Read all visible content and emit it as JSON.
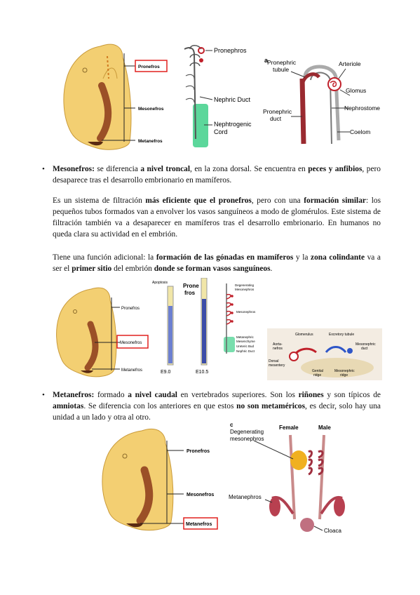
{
  "figure1": {
    "embryo": {
      "pronefros": "Pronefros",
      "mesonefros": "Mesonefros",
      "metanefros": "Metanefros"
    },
    "duct": {
      "pronephros": "Pronephros",
      "nephric_duct": "Nephric Duct",
      "nephtrogenic_1": "Nephtrogenic",
      "nephtrogenic_2": "Cord"
    },
    "panel_a": {
      "letter": "a",
      "pronephric_tubule_1": "Pronephric",
      "pronephric_tubule_2": "tubule",
      "arteriole": "Arteriole",
      "glomus": "Glomus",
      "nephrostome": "Nephrostome",
      "pronephric_duct_1": "Pronephric",
      "pronephric_duct_2": "duct",
      "coelom": "Coelom"
    }
  },
  "meso": {
    "title": "Mesonefros:",
    "p1": [
      " se diferencia ",
      "a nivel troncal",
      ", en la zona dorsal. Se encuentra en ",
      "peces y anfibios",
      ", pero desaparece tras el desarrollo embrionario en mamíferos."
    ],
    "p2": [
      "Es un sistema de filtración ",
      "más eficiente que el pronefros",
      ", pero con una ",
      "formación similar",
      ": los pequeños tubos formados van a envolver los vasos sanguíneos a modo de glomérulos. Este sistema de filtración también va a desaparecer en mamíferos tras el desarrollo embrionario. En humanos no queda clara su actividad en el embrión."
    ],
    "p3": [
      "Tiene una función adicional: la ",
      "formación de las gónadas en mamíferos",
      " y la ",
      "zona colindante",
      " va a ser el ",
      "primer sitio",
      " del embrión ",
      "donde se forman vasos sanguíneos",
      "."
    ]
  },
  "figure2": {
    "embryo": {
      "pronefros": "Pronefros",
      "mesonefros": "Mesonefros",
      "metanefros": "Metanefros"
    },
    "strips": {
      "apoptosis": "Apoptosis",
      "prone_1": "Prone",
      "prone_2": "fros",
      "e9": "E9.0",
      "e105": "E10.5"
    },
    "tubes": {
      "degenerating_1": "Degenerating",
      "degenerating_2": "Mesonephros",
      "mesonephros": "Mesonephros",
      "metanephric_1": "Metanephric",
      "metanephric_2": "Mesenchyme",
      "ureteric_bud": "Ureteric Bud",
      "nephric_duct": "Nephric Duct"
    },
    "cross": {
      "glomerulus": "Glomerulus",
      "excretory_tubule": "Excretory tubule",
      "aorta_1": "Aorta-",
      "aorta_2": "nefros",
      "mesonephric_duct_1": "Mesonephric",
      "mesonephric_duct_2": "duct",
      "dorsal_1": "Dorsal",
      "dorsal_2": "mesentery",
      "genital_1": "Genital",
      "genital_2": "ridge",
      "meso_ridge_1": "Mesonephric",
      "meso_ridge_2": "ridge"
    }
  },
  "meta": {
    "title": "Metanefros:",
    "p1": [
      " formado ",
      "a nivel caudal",
      " en vertebrados superiores. Son los ",
      "riñones",
      " y son típicos de ",
      "amniotas",
      ". Se diferencia con los anteriores en que estos ",
      "no son metaméricos",
      ", es decir, solo hay una unidad a un lado y otra al otro."
    ]
  },
  "figure3": {
    "embryo": {
      "pronefros": "Pronefros",
      "mesonefros": "Mesonefros",
      "metanefros": "Metanefros"
    },
    "panel_c": {
      "letter": "c",
      "female": "Female",
      "male": "Male",
      "degenerating_1": "Degenerating",
      "degenerating_2": "mesonephros",
      "metanephros": "Metanephros",
      "cloaca": "Cloaca"
    }
  },
  "colors": {
    "embryo_fill": "#f3cf72",
    "embryo_stroke": "#c99a3a",
    "red_box": "#e0201e",
    "duct_red": "#b8303a",
    "green": "#3fd08a",
    "blue": "#2f56c8"
  }
}
